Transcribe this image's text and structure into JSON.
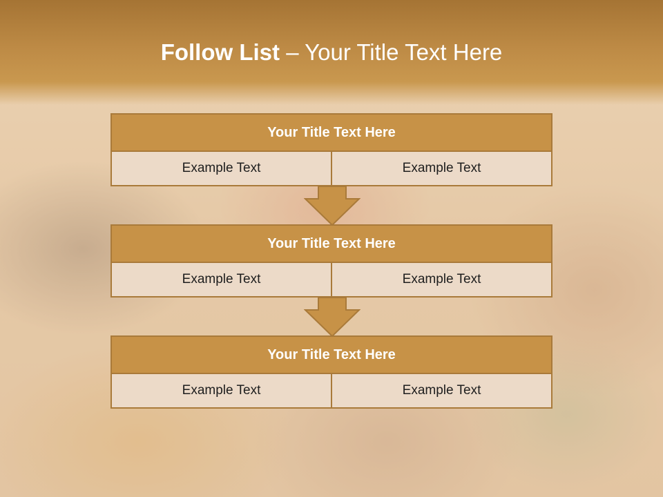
{
  "title": {
    "bold": "Follow List",
    "rest": " – Your Title Text Here"
  },
  "blocks": [
    {
      "title": "Your Title Text Here",
      "left": "Example Text",
      "right": "Example Text"
    },
    {
      "title": "Your Title Text Here",
      "left": "Example Text",
      "right": "Example Text"
    },
    {
      "title": "Your Title Text Here",
      "left": "Example Text",
      "right": "Example Text"
    }
  ],
  "colors": {
    "banner": "#bd8a45",
    "header_fill": "#c79247",
    "border": "#a97a3a",
    "cell_fill": "#ecdac8",
    "arrow": "#c79247"
  },
  "icons": [
    "down-arrow-icon",
    "down-arrow-icon"
  ]
}
